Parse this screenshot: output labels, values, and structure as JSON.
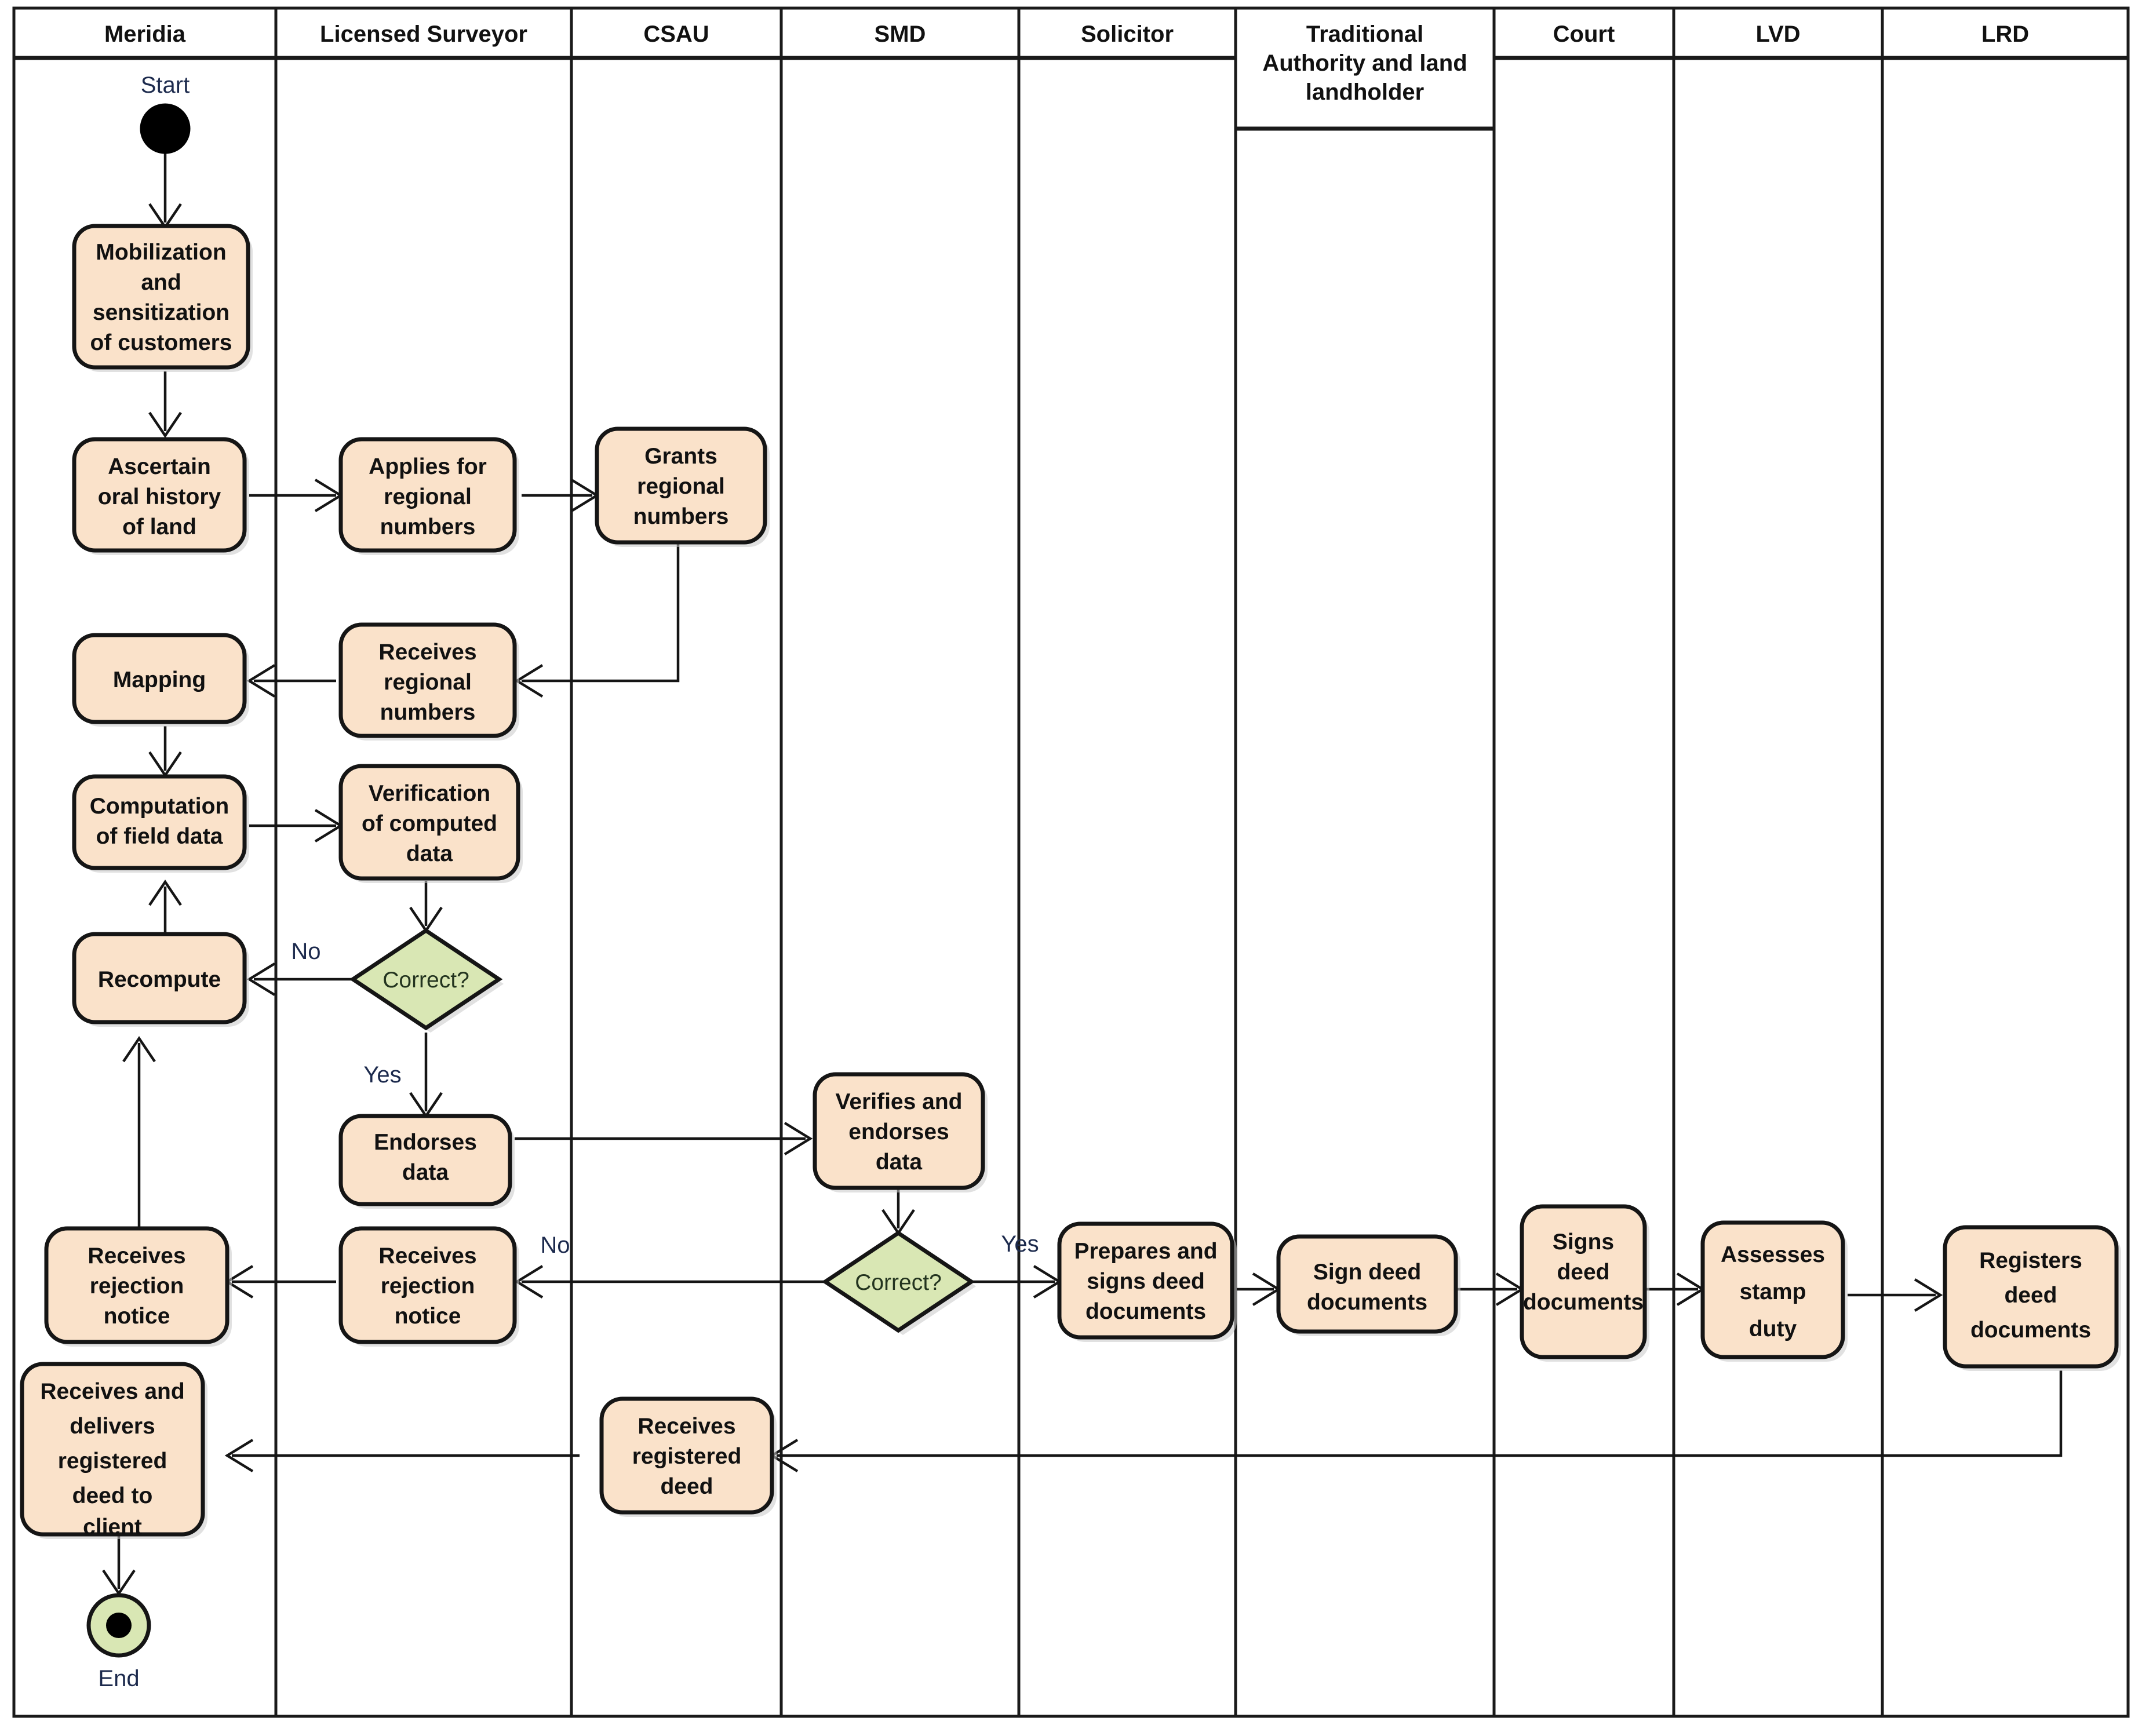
{
  "diagram": {
    "kind": "uml-activity-swimlane",
    "title": "Land deed registration activity diagram",
    "palette": {
      "activity_fill": "#fae2ca",
      "decision_fill": "#d9e7b4",
      "stroke": "#151515",
      "background": "#ffffff",
      "guard_text": "#1c2a4d"
    },
    "lanes": [
      {
        "id": "meridia",
        "label": "Meridia"
      },
      {
        "id": "surveyor",
        "label": "Licensed Surveyor"
      },
      {
        "id": "csau",
        "label": "CSAU"
      },
      {
        "id": "smd",
        "label": "SMD"
      },
      {
        "id": "solicitor",
        "label": "Solicitor"
      },
      {
        "id": "ta",
        "label": "Traditional Authority and land landholder"
      },
      {
        "id": "court",
        "label": "Court"
      },
      {
        "id": "lvd",
        "label": "LVD"
      },
      {
        "id": "lrd",
        "label": "LRD"
      }
    ],
    "terminals": {
      "start_label": "Start",
      "end_label": "End"
    },
    "nodes": [
      {
        "id": "n1",
        "lane": "meridia",
        "type": "activity",
        "label": "Mobilization and sensitization of customers",
        "lines": [
          "Mobilization",
          "and",
          "sensitization",
          "of customers"
        ]
      },
      {
        "id": "n2",
        "lane": "meridia",
        "type": "activity",
        "label": "Ascertain oral history of land",
        "lines": [
          "Ascertain",
          "oral history",
          "of land"
        ]
      },
      {
        "id": "n3",
        "lane": "surveyor",
        "type": "activity",
        "label": "Applies for regional numbers",
        "lines": [
          "Applies for",
          "regional",
          "numbers"
        ]
      },
      {
        "id": "n4",
        "lane": "csau",
        "type": "activity",
        "label": "Grants regional numbers",
        "lines": [
          "Grants",
          "regional",
          "numbers"
        ]
      },
      {
        "id": "n5",
        "lane": "surveyor",
        "type": "activity",
        "label": "Receives regional numbers",
        "lines": [
          "Receives",
          "regional",
          "numbers"
        ]
      },
      {
        "id": "n6",
        "lane": "meridia",
        "type": "activity",
        "label": "Mapping",
        "lines": [
          "Mapping"
        ]
      },
      {
        "id": "n7",
        "lane": "meridia",
        "type": "activity",
        "label": "Computation of field data",
        "lines": [
          "Computation",
          "of field data"
        ]
      },
      {
        "id": "n8",
        "lane": "surveyor",
        "type": "activity",
        "label": "Verification of computed data",
        "lines": [
          "Verification",
          "of computed",
          "data"
        ]
      },
      {
        "id": "d1",
        "lane": "surveyor",
        "type": "decision",
        "label": "Correct?",
        "lines": [
          "Correct?"
        ]
      },
      {
        "id": "n9",
        "lane": "meridia",
        "type": "activity",
        "label": "Recompute",
        "lines": [
          "Recompute"
        ]
      },
      {
        "id": "n10",
        "lane": "surveyor",
        "type": "activity",
        "label": "Endorses data",
        "lines": [
          "Endorses",
          "data"
        ]
      },
      {
        "id": "n11",
        "lane": "smd",
        "type": "activity",
        "label": "Verifies and endorses data",
        "lines": [
          "Verifies and",
          "endorses",
          "data"
        ]
      },
      {
        "id": "d2",
        "lane": "smd",
        "type": "decision",
        "label": "Correct?",
        "lines": [
          "Correct?"
        ]
      },
      {
        "id": "n12",
        "lane": "meridia",
        "type": "activity",
        "label": "Receives rejection notice",
        "lines": [
          "Receives",
          "rejection",
          "notice"
        ]
      },
      {
        "id": "n13",
        "lane": "surveyor",
        "type": "activity",
        "label": "Receives rejection notice",
        "lines": [
          "Receives",
          "rejection",
          "notice"
        ]
      },
      {
        "id": "n14",
        "lane": "solicitor",
        "type": "activity",
        "label": "Prepares and signs deed documents",
        "lines": [
          "Prepares and",
          "signs deed",
          "documents"
        ]
      },
      {
        "id": "n15",
        "lane": "ta",
        "type": "activity",
        "label": "Sign deed documents",
        "lines": [
          "Sign deed",
          "documents"
        ]
      },
      {
        "id": "n16",
        "lane": "court",
        "type": "activity",
        "label": "Signs deed documents",
        "lines": [
          "Signs",
          "deed",
          "documents"
        ]
      },
      {
        "id": "n17",
        "lane": "lvd",
        "type": "activity",
        "label": "Assesses stamp duty",
        "lines": [
          "Assesses",
          "stamp",
          "duty"
        ]
      },
      {
        "id": "n18",
        "lane": "lrd",
        "type": "activity",
        "label": "Registers deed documents",
        "lines": [
          "Registers",
          "deed",
          "documents"
        ]
      },
      {
        "id": "n19",
        "lane": "csau",
        "type": "activity",
        "label": "Receives registered deed",
        "lines": [
          "Receives",
          "registered",
          "deed"
        ]
      },
      {
        "id": "n20",
        "lane": "meridia",
        "type": "activity",
        "label": "Receives and delivers registered deed to client",
        "lines": [
          "Receives and",
          "delivers",
          "registered",
          "deed to",
          "client"
        ]
      }
    ],
    "guards": [
      {
        "id": "g1",
        "label": "No",
        "from": "d1",
        "to": "n9"
      },
      {
        "id": "g2",
        "label": "Yes",
        "from": "d1",
        "to": "n10"
      },
      {
        "id": "g3",
        "label": "Yes",
        "from": "d2",
        "to": "n14"
      },
      {
        "id": "g4",
        "label": "No",
        "from": "d2",
        "to": "n13"
      }
    ],
    "edges": [
      {
        "from": "start",
        "to": "n1"
      },
      {
        "from": "n1",
        "to": "n2"
      },
      {
        "from": "n2",
        "to": "n3"
      },
      {
        "from": "n3",
        "to": "n4"
      },
      {
        "from": "n4",
        "to": "n5"
      },
      {
        "from": "n5",
        "to": "n6"
      },
      {
        "from": "n6",
        "to": "n7"
      },
      {
        "from": "n7",
        "to": "n8"
      },
      {
        "from": "n8",
        "to": "d1"
      },
      {
        "from": "d1",
        "to": "n9",
        "guard": "No"
      },
      {
        "from": "n9",
        "to": "n7"
      },
      {
        "from": "d1",
        "to": "n10",
        "guard": "Yes"
      },
      {
        "from": "n10",
        "to": "n11"
      },
      {
        "from": "n11",
        "to": "d2"
      },
      {
        "from": "d2",
        "to": "n13",
        "guard": "No"
      },
      {
        "from": "n13",
        "to": "n12"
      },
      {
        "from": "n12",
        "to": "n9"
      },
      {
        "from": "d2",
        "to": "n14",
        "guard": "Yes"
      },
      {
        "from": "n14",
        "to": "n15"
      },
      {
        "from": "n15",
        "to": "n16"
      },
      {
        "from": "n16",
        "to": "n17"
      },
      {
        "from": "n17",
        "to": "n18"
      },
      {
        "from": "n18",
        "to": "n19"
      },
      {
        "from": "n19",
        "to": "n20"
      },
      {
        "from": "n20",
        "to": "end"
      }
    ]
  }
}
